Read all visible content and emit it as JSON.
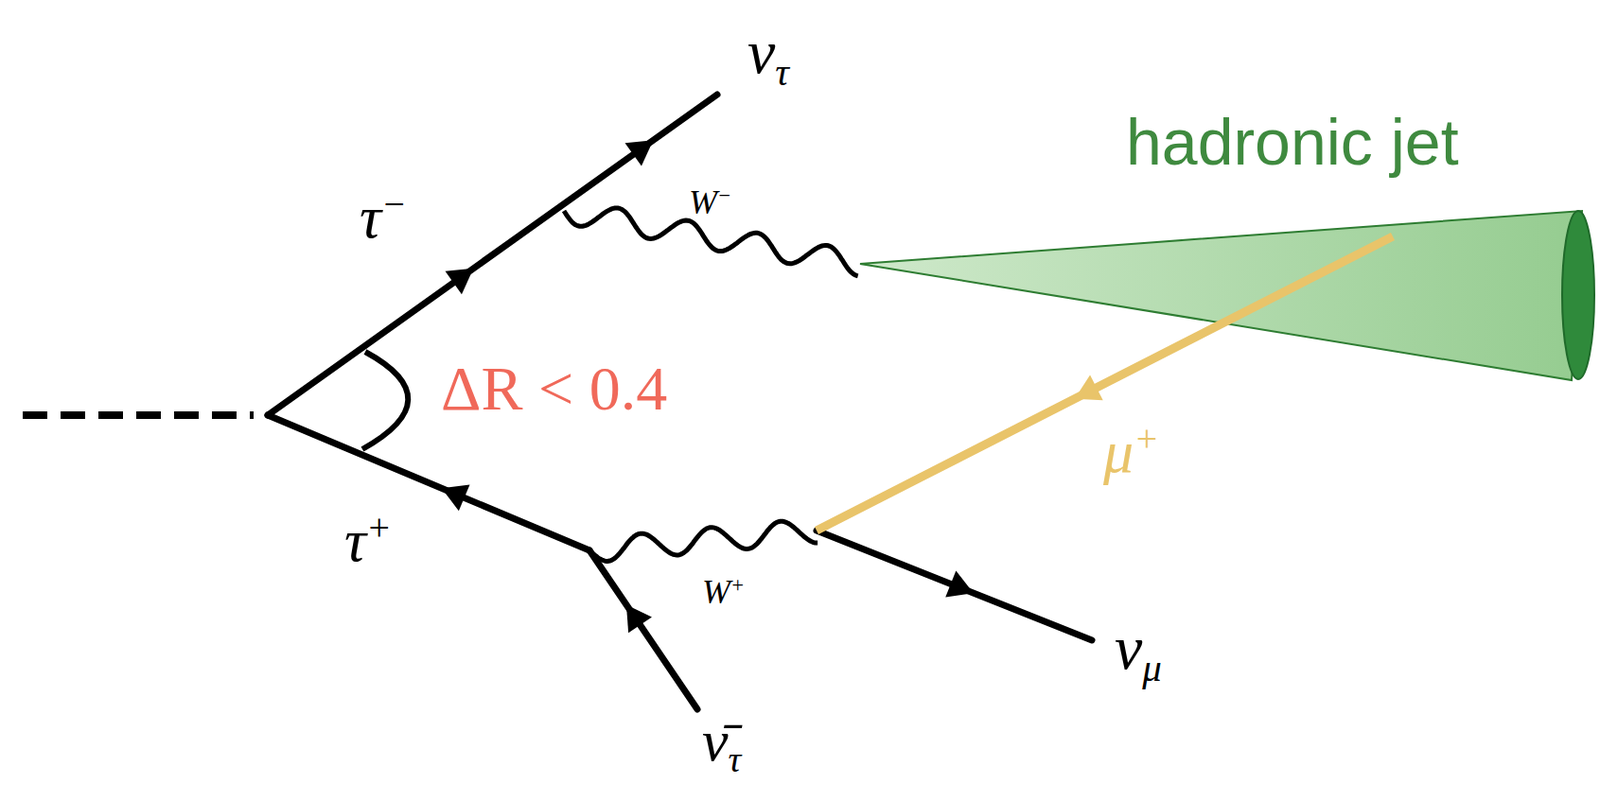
{
  "diagram": {
    "labels": [
      "ντ",
      "W−",
      "hadronic jet",
      "τ−",
      "ΔR < 0.4",
      "μ+",
      "τ+",
      "W+",
      "νμ",
      "ν̄τ"
    ]
  }
}
